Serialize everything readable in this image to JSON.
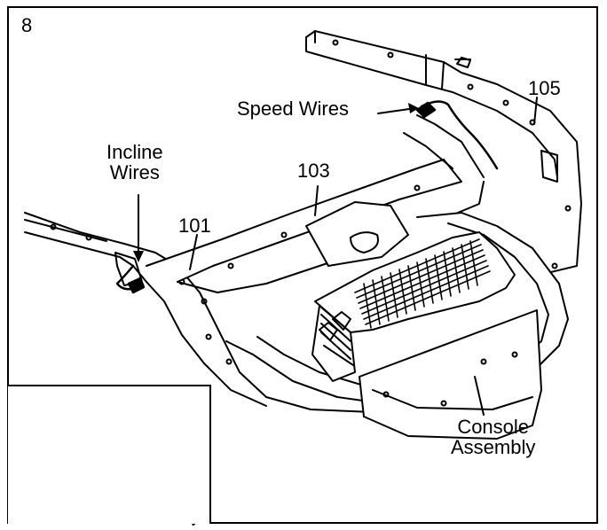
{
  "step_number": "8",
  "labels": {
    "speed_wires": "Speed Wires",
    "part_105": "105",
    "part_103": "103",
    "incline_line1": "Incline",
    "incline_line2": "Wires",
    "part_101": "101",
    "console_line1": "Console",
    "console_line2": "Assembly"
  }
}
